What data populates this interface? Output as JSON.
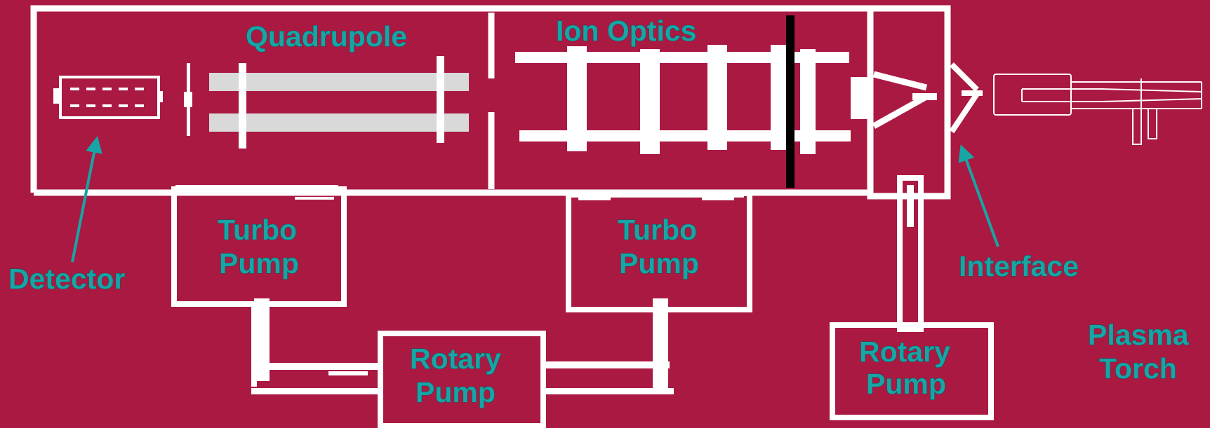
{
  "colors": {
    "background": "#AA1942",
    "line": "#FFFFFF",
    "label": "#17A5A5",
    "rods": "#D9D9D9",
    "lens_plate": "#000000"
  },
  "labels": {
    "quadrupole": "Quadrupole",
    "ion_optics": "Ion Optics",
    "detector": "Detector",
    "interface": "Interface",
    "turbo_pump_1_line1": "Turbo",
    "turbo_pump_1_line2": "Pump",
    "turbo_pump_2_line1": "Turbo",
    "turbo_pump_2_line2": "Pump",
    "rotary_pump_1_line1": "Rotary",
    "rotary_pump_1_line2": "Pump",
    "rotary_pump_2_line1": "Rotary",
    "rotary_pump_2_line2": "Pump",
    "plasma_torch_line1": "Plasma",
    "plasma_torch_line2": "Torch"
  }
}
